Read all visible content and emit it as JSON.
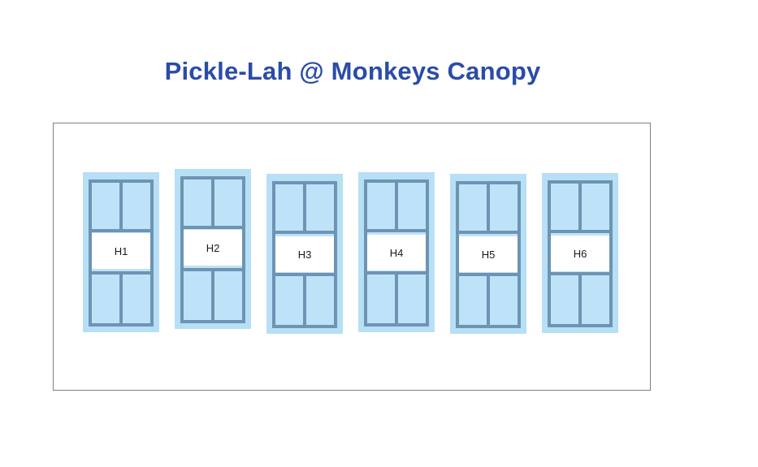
{
  "title": "Pickle-Lah @ Monkeys Canopy",
  "colors": {
    "title_text": "#2B4CA7",
    "court_pad": "#B7DFF6",
    "court_fill": "#BEE3F9",
    "court_line": "#6D94B3",
    "map_border": "#808080",
    "label_bg": "#FFFFFF",
    "label_text": "#1A1A1A"
  },
  "courts": [
    {
      "label": "H1"
    },
    {
      "label": "H2"
    },
    {
      "label": "H3"
    },
    {
      "label": "H4"
    },
    {
      "label": "H5"
    },
    {
      "label": "H6"
    }
  ]
}
